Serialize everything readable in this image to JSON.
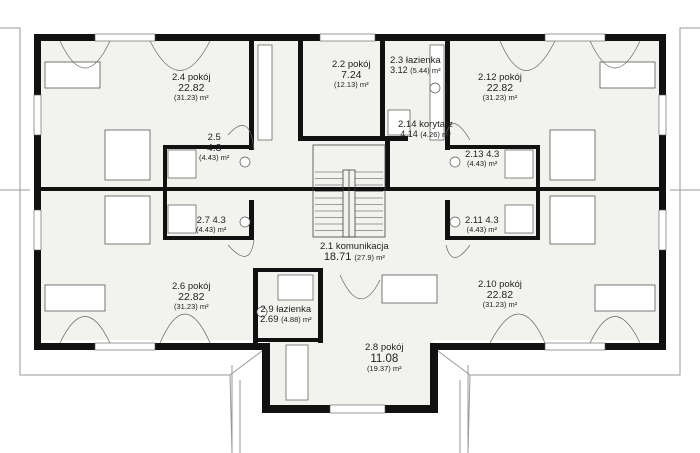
{
  "rooms": {
    "r21": {
      "title": "2.1 komunikacja",
      "area": "18.71",
      "gross": "(27.9) m²"
    },
    "r22": {
      "title": "2.2 pokój",
      "area": "7.24",
      "gross": "(12.13) m²"
    },
    "r23": {
      "title": "2.3 łazienka",
      "area": "3.12",
      "gross": "(5.44) m²"
    },
    "r24": {
      "title": "2.4 pokój",
      "area": "22.82",
      "gross": "(31.23) m²"
    },
    "r25": {
      "title": "2.5",
      "area": "4.3",
      "gross": "(4.43) m²"
    },
    "r26": {
      "title": "2.6 pokój",
      "area": "22.82",
      "gross": "(31.23) m²"
    },
    "r27": {
      "title": "2.7 4.3",
      "area": "",
      "gross": "(4.43) m²"
    },
    "r28": {
      "title": "2.8 pokój",
      "area": "11.08",
      "gross": "(19.37) m²"
    },
    "r29": {
      "title": "2.9 łazienka",
      "area": "2.69",
      "gross": "(4.88) m²"
    },
    "r210": {
      "title": "2.10 pokój",
      "area": "22.82",
      "gross": "(31.23) m²"
    },
    "r211": {
      "title": "2.11 4.3",
      "area": "",
      "gross": "(4.43) m²"
    },
    "r212": {
      "title": "2.12 pokój",
      "area": "22.82",
      "gross": "(31.23) m²"
    },
    "r213": {
      "title": "2.13 4.3",
      "area": "",
      "gross": "(4.43) m²"
    },
    "r214": {
      "title": "2.14 korytarz",
      "area": "4.14",
      "gross": "(4.26) m²"
    }
  },
  "colors": {
    "wall": "#111111",
    "floor": "#f2f2ef",
    "roof": "#999999",
    "furniture": "#666666"
  }
}
